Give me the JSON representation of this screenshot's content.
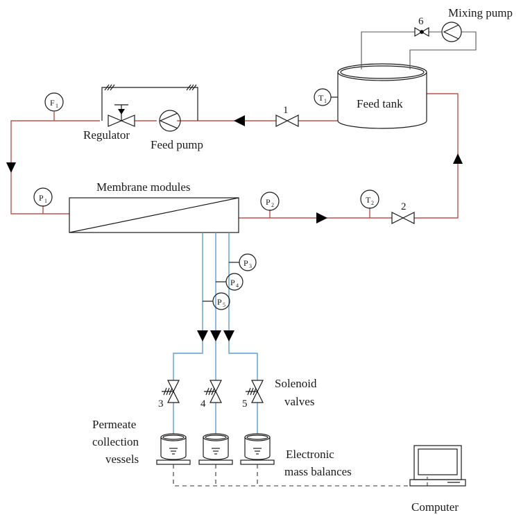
{
  "components": {
    "mixing_pump": "Mixing pump",
    "feed_tank": "Feed tank",
    "regulator": "Regulator",
    "feed_pump": "Feed pump",
    "membrane_modules": "Membrane modules",
    "solenoid_valves_line1": "Solenoid",
    "solenoid_valves_line2": "valves",
    "permeate_line1": "Permeate",
    "permeate_line2": "collection",
    "permeate_line3": "vessels",
    "balances_line1": "Electronic",
    "balances_line2": "mass balances",
    "computer": "Computer"
  },
  "valves": {
    "v1": "1",
    "v2": "2",
    "v3": "3",
    "v4": "4",
    "v5": "5",
    "v6": "6"
  },
  "gauges": {
    "f1": {
      "main": "F",
      "sub": "1"
    },
    "t1": {
      "main": "T",
      "sub": "1"
    },
    "t2": {
      "main": "T",
      "sub": "2"
    },
    "p1": {
      "main": "P",
      "sub": "1"
    },
    "p2": {
      "main": "P",
      "sub": "2"
    },
    "p3": {
      "main": "P",
      "sub": "3"
    },
    "p4": {
      "main": "P",
      "sub": "4"
    },
    "p5": {
      "main": "P",
      "sub": "5"
    }
  },
  "colors": {
    "feed_line": "#c0524a",
    "permeate_line": "#5b9bd5",
    "signal_line": "#333333"
  }
}
